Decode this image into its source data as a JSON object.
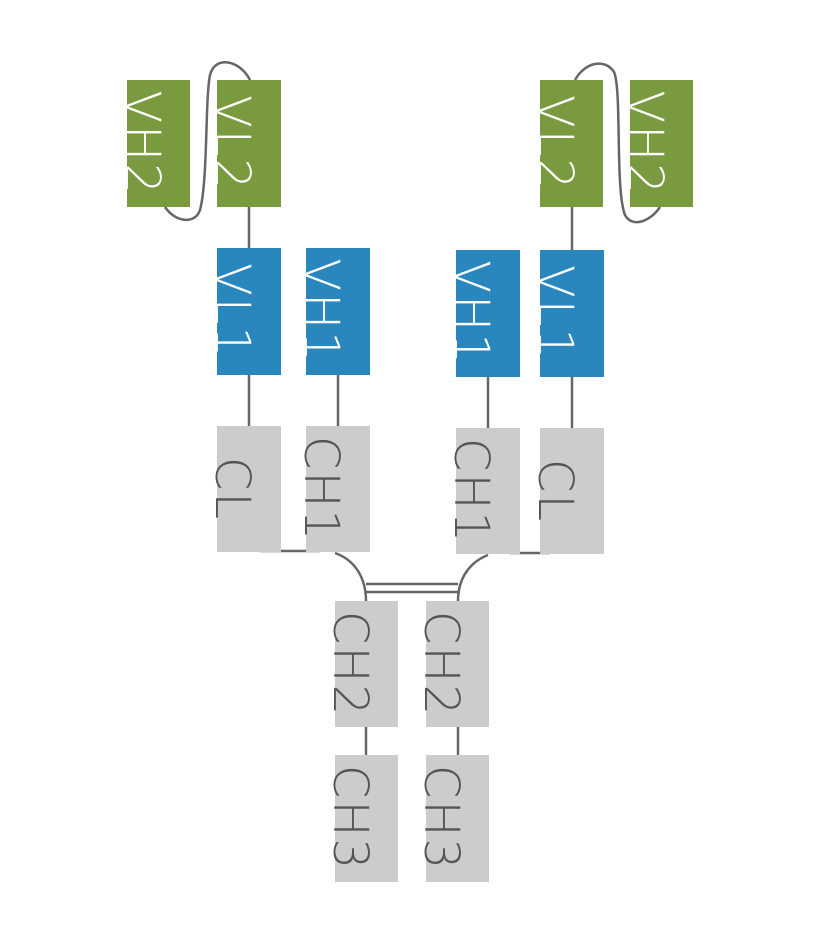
{
  "title": "Bispecific antibody domain schematic",
  "colors": {
    "variable_outer": "#7a9a40",
    "variable_inner": "#2a87bd",
    "constant": "#cccccc",
    "linker": "#666666",
    "label_on_color": "#ffffff",
    "label_on_constant": "#555555"
  },
  "left_arm": {
    "outer_scfv": [
      {
        "id": "VH2",
        "label": "VH2",
        "type": "variable_outer"
      },
      {
        "id": "VL2",
        "label": "VL2",
        "type": "variable_outer"
      }
    ],
    "fab_light": [
      {
        "id": "VL1",
        "label": "VL1",
        "type": "variable_inner"
      },
      {
        "id": "CL",
        "label": "CL",
        "type": "constant"
      }
    ],
    "fab_heavy": [
      {
        "id": "VH1",
        "label": "VH1",
        "type": "variable_inner"
      },
      {
        "id": "CH1",
        "label": "CH1",
        "type": "constant"
      }
    ]
  },
  "right_arm": {
    "outer_scfv": [
      {
        "id": "VL2",
        "label": "VL2",
        "type": "variable_outer"
      },
      {
        "id": "VH2",
        "label": "VH2",
        "type": "variable_outer"
      }
    ],
    "fab_light": [
      {
        "id": "VL1",
        "label": "VL1",
        "type": "variable_inner"
      },
      {
        "id": "CL",
        "label": "CL",
        "type": "constant"
      }
    ],
    "fab_heavy": [
      {
        "id": "VH1",
        "label": "VH1",
        "type": "variable_inner"
      },
      {
        "id": "CH1",
        "label": "CH1",
        "type": "constant"
      }
    ]
  },
  "fc": {
    "left_chain": [
      {
        "id": "CH2",
        "label": "CH2",
        "type": "constant"
      },
      {
        "id": "CH3",
        "label": "CH3",
        "type": "constant"
      }
    ],
    "right_chain": [
      {
        "id": "CH2",
        "label": "CH2",
        "type": "constant"
      },
      {
        "id": "CH3",
        "label": "CH3",
        "type": "constant"
      }
    ],
    "hinge_disulfide_bonds": 2
  }
}
